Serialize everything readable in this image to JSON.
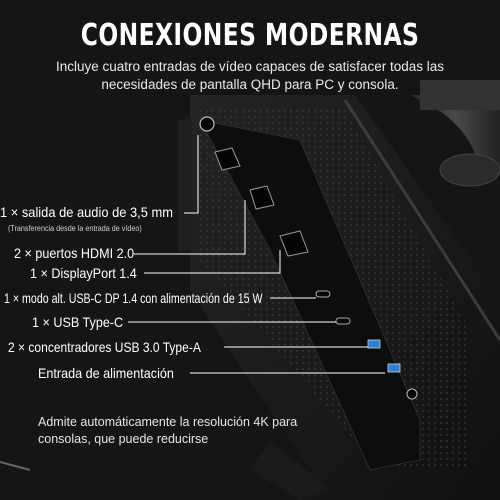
{
  "header": {
    "title": "CONEXIONES MODERNAS",
    "subtitle": "Incluye cuatro entradas de vídeo capaces de satisfacer todas las necesidades de pantalla QHD para PC y consola."
  },
  "callouts": [
    {
      "id": "audio",
      "label": "1 × salida de audio de 3,5 mm",
      "note": "(Transferencia desde la entrada de vídeo)"
    },
    {
      "id": "hdmi",
      "label": "2 × puertos HDMI 2.0"
    },
    {
      "id": "dp",
      "label": "1 × DisplayPort 1.4"
    },
    {
      "id": "usbc-dp",
      "label": "1 × modo alt. USB-C DP 1.4 con alimentación de 15 W"
    },
    {
      "id": "usbc",
      "label": "1 × USB Type-C"
    },
    {
      "id": "usba",
      "label": "2 × concentradores USB 3.0 Type-A"
    },
    {
      "id": "power",
      "label": "Entrada de alimentación"
    }
  ],
  "footer": {
    "note": "Admite automáticamente la resolución 4K para consolas, que puede reducirse"
  },
  "colors": {
    "background": "#151515",
    "text": "#ffffff",
    "usb_blue": "#2f7fd8",
    "callout_line": "#ffffff"
  }
}
